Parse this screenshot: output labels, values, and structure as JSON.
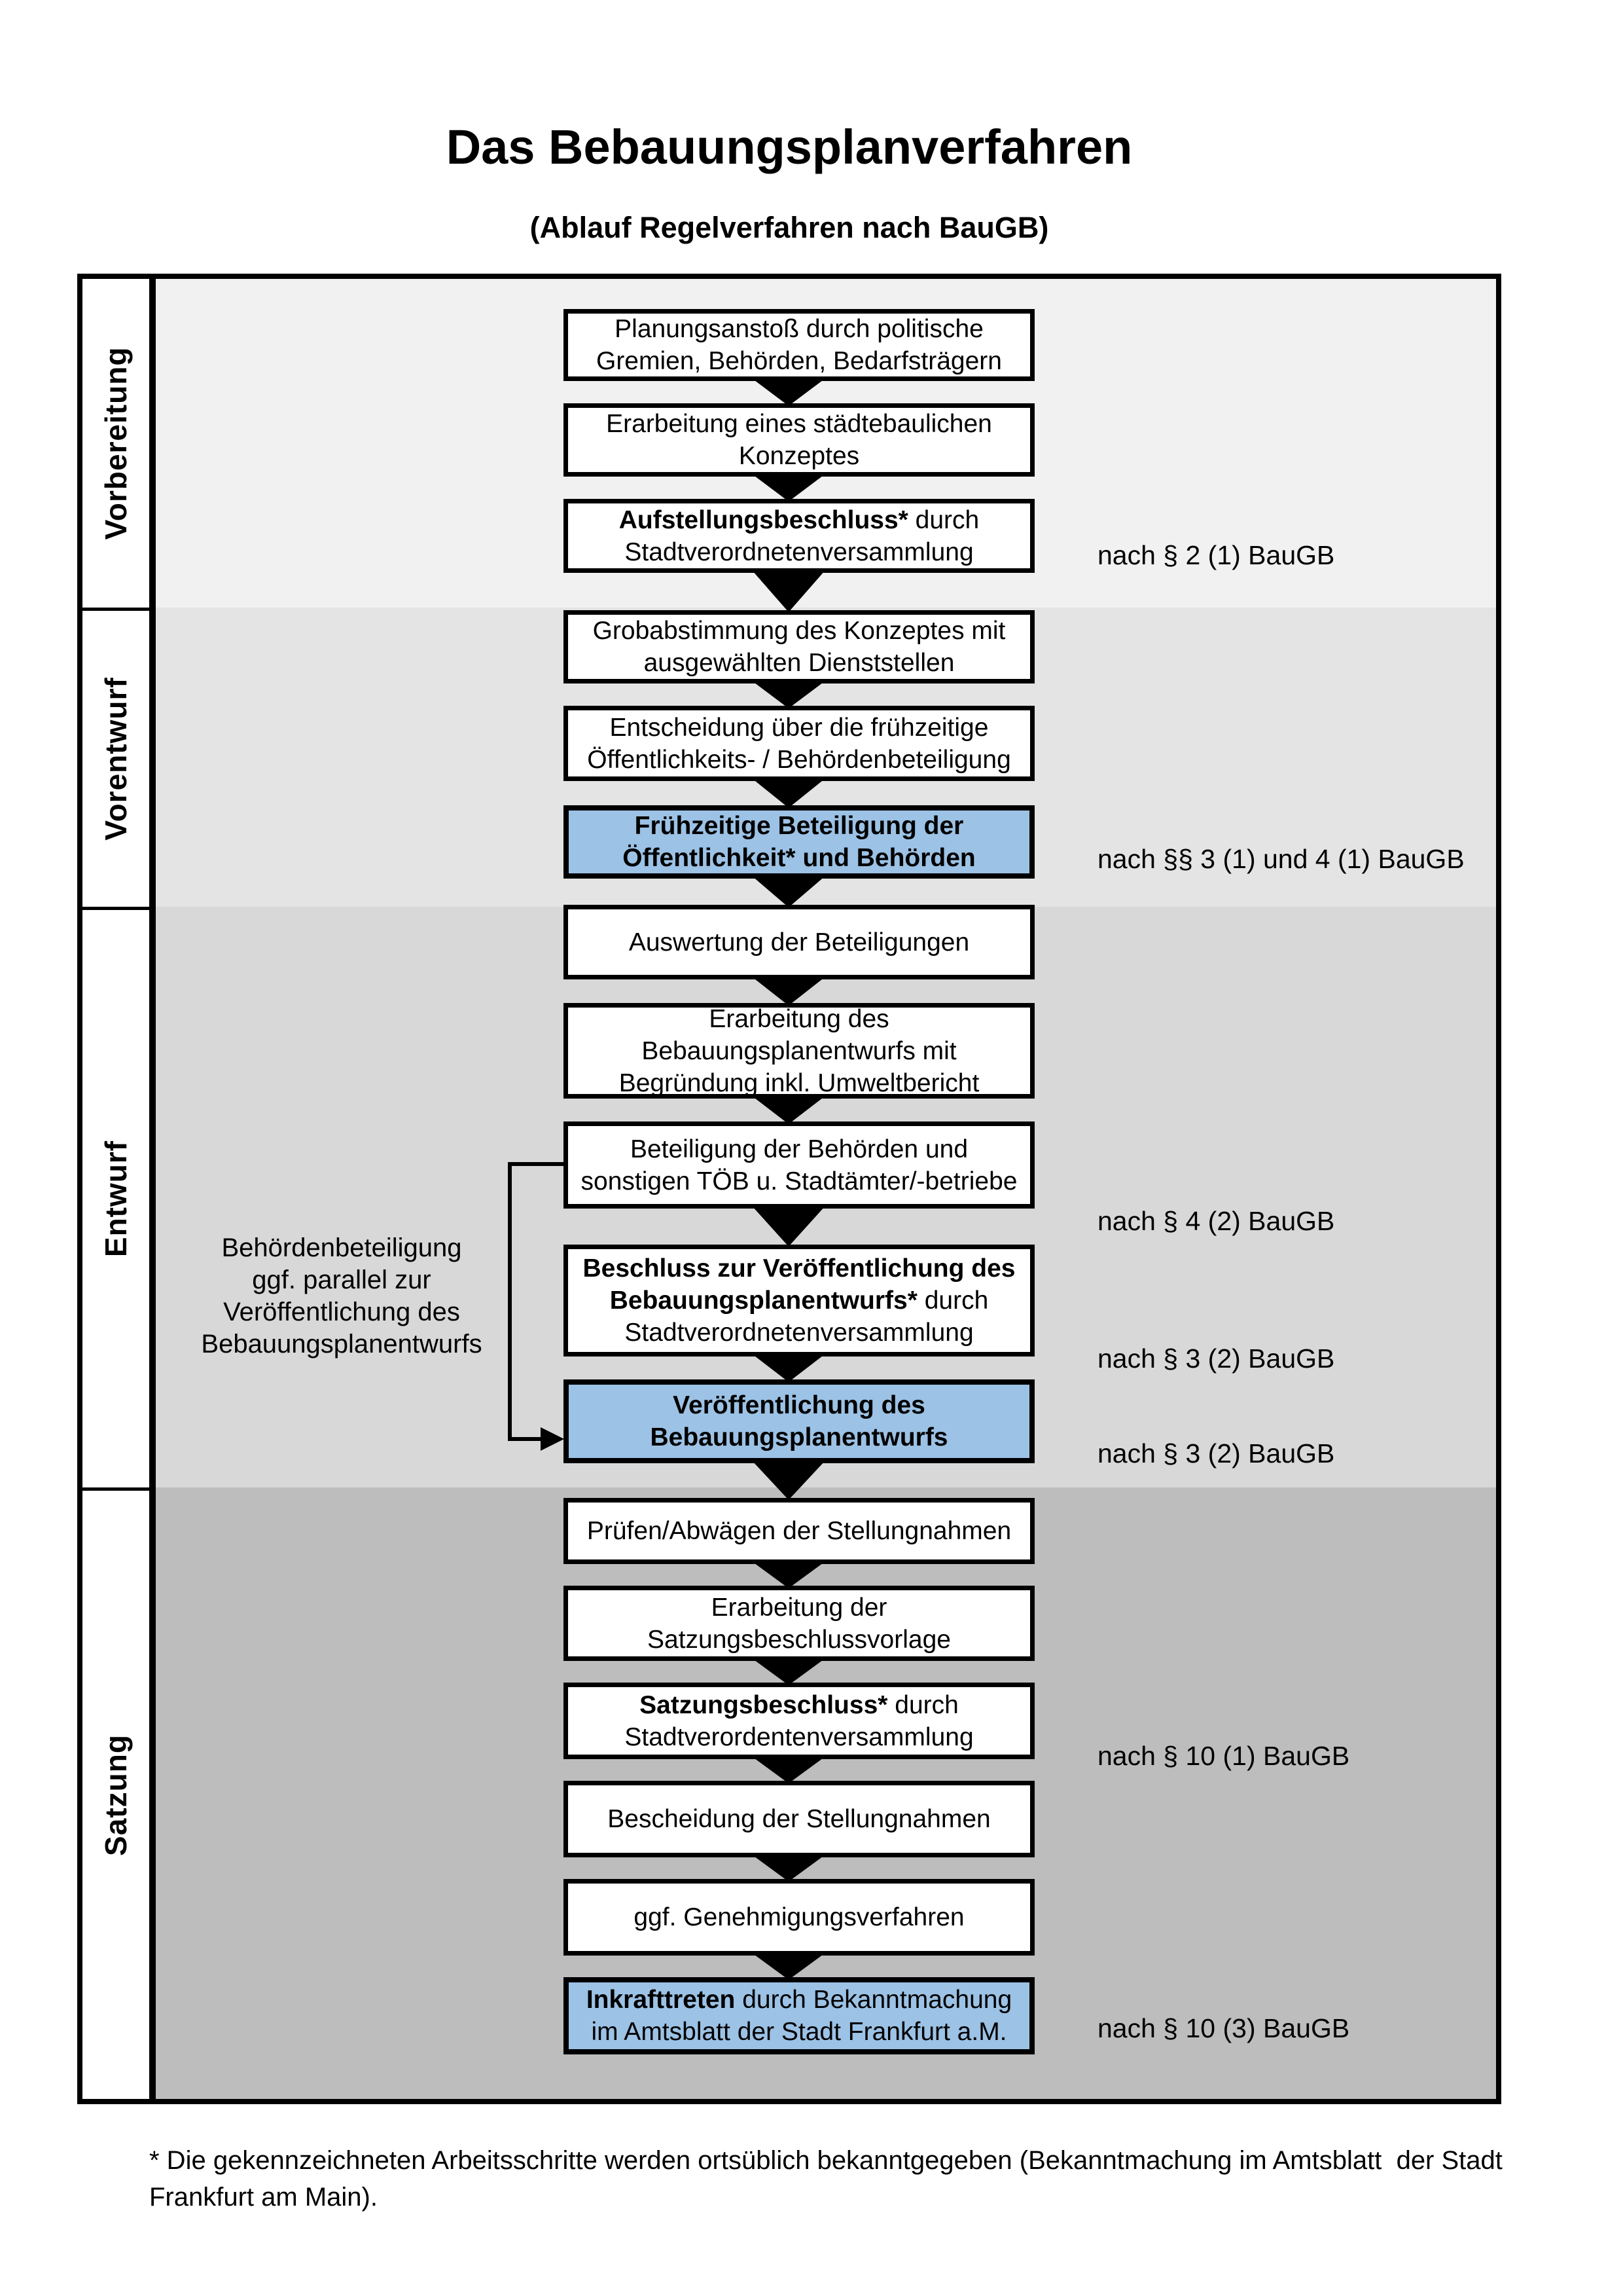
{
  "page": {
    "title": "Das Bebauungsplanverfahren",
    "subtitle": "(Ablauf Regelverfahren nach BauGB)",
    "footnote_lines": [
      "* Die gekennzeichneten Arbeitsschritte werden ortsüblich bekanntgegeben (Bekanntmachung im Amtsblatt  der Stadt",
      "Frankfurt am Main)."
    ]
  },
  "colors": {
    "section_vorbereitung": "#f1f1f1",
    "section_vorentwurf": "#e4e4e4",
    "section_entwurf": "#d8d8d8",
    "section_satzung": "#bdbdbd",
    "highlight_blue": "#9cc2e5",
    "line_black": "#000000",
    "page_white": "#ffffff"
  },
  "phases": [
    {
      "label": "Vorbereitung"
    },
    {
      "label": "Vorentwurf"
    },
    {
      "label": "Entwurf"
    },
    {
      "label": "Satzung"
    }
  ],
  "side_annotation": {
    "lines": [
      "Behördenbeteiligung",
      "ggf. parallel zur",
      "Veröffentlichung des",
      "Bebauungsplanentwurfs"
    ]
  },
  "flow": {
    "boxes": [
      {
        "highlight": false,
        "lines": [
          {
            "bold": "",
            "normal": "Planungsanstoß durch politische"
          },
          {
            "bold": "",
            "normal": "Gremien, Behörden, Bedarfsträgern"
          }
        ]
      },
      {
        "highlight": false,
        "lines": [
          {
            "bold": "",
            "normal": "Erarbeitung eines städtebaulichen"
          },
          {
            "bold": "",
            "normal": "Konzeptes"
          }
        ]
      },
      {
        "highlight": false,
        "lines": [
          {
            "bold": "Aufstellungsbeschluss*",
            "normal": " durch"
          },
          {
            "bold": "",
            "normal": "Stadtverordnetenversammlung"
          }
        ]
      },
      {
        "highlight": false,
        "lines": [
          {
            "bold": "",
            "normal": "Grobabstimmung des Konzeptes mit"
          },
          {
            "bold": "",
            "normal": "ausgewählten Dienststellen"
          }
        ]
      },
      {
        "highlight": false,
        "lines": [
          {
            "bold": "",
            "normal": "Entscheidung über die frühzeitige"
          },
          {
            "bold": "",
            "normal": "Öffentlichkeits- / Behördenbeteiligung"
          }
        ]
      },
      {
        "highlight": true,
        "lines": [
          {
            "bold": "Frühzeitige Beteiligung der",
            "normal": ""
          },
          {
            "bold": "Öffentlichkeit* und Behörden",
            "normal": ""
          }
        ]
      },
      {
        "highlight": false,
        "lines": [
          {
            "bold": "",
            "normal": "Auswertung der Beteiligungen"
          }
        ]
      },
      {
        "highlight": false,
        "lines": [
          {
            "bold": "",
            "normal": "Erarbeitung des"
          },
          {
            "bold": "",
            "normal": "Bebauungsplanentwurfs mit"
          },
          {
            "bold": "",
            "normal": "Begründung inkl. Umweltbericht"
          }
        ]
      },
      {
        "highlight": false,
        "lines": [
          {
            "bold": "",
            "normal": "Beteiligung der Behörden und"
          },
          {
            "bold": "",
            "normal": "sonstigen TÖB u. Stadtämter/-betriebe"
          }
        ]
      },
      {
        "highlight": false,
        "lines": [
          {
            "bold": "Beschluss zur Veröffentlichung des",
            "normal": ""
          },
          {
            "bold": "Bebauungsplanentwurfs*",
            "normal": " durch"
          },
          {
            "bold": "",
            "normal": "Stadtverordnetenversammlung"
          }
        ]
      },
      {
        "highlight": true,
        "lines": [
          {
            "bold": "Veröffentlichung des",
            "normal": ""
          },
          {
            "bold": "Bebauungsplanentwurfs",
            "normal": ""
          }
        ]
      },
      {
        "highlight": false,
        "lines": [
          {
            "bold": "",
            "normal": "Prüfen/Abwägen der Stellungnahmen"
          }
        ]
      },
      {
        "highlight": false,
        "lines": [
          {
            "bold": "",
            "normal": "Erarbeitung der"
          },
          {
            "bold": "",
            "normal": "Satzungsbeschlussvorlage"
          }
        ]
      },
      {
        "highlight": false,
        "lines": [
          {
            "bold": "Satzungsbeschluss*",
            "normal": " durch"
          },
          {
            "bold": "",
            "normal": "Stadtverordentenversammlung"
          }
        ]
      },
      {
        "highlight": false,
        "lines": [
          {
            "bold": "",
            "normal": "Bescheidung der Stellungnahmen"
          }
        ]
      },
      {
        "highlight": false,
        "lines": [
          {
            "bold": "",
            "normal": "ggf. Genehmigungsverfahren"
          }
        ]
      },
      {
        "highlight": true,
        "lines": [
          {
            "bold": "Inkrafttreten",
            "normal": " durch Bekanntmachung"
          },
          {
            "bold": "",
            "normal": "im Amtsblatt der Stadt Frankfurt a.M."
          }
        ]
      }
    ]
  },
  "legal_notes": [
    {
      "text": "nach § 2 (1) BauGB"
    },
    {
      "text": "nach §§ 3 (1) und 4 (1) BauGB"
    },
    {
      "text": "nach § 4 (2) BauGB"
    },
    {
      "text": "nach § 3 (2) BauGB"
    },
    {
      "text": "nach § 3 (2) BauGB"
    },
    {
      "text": "nach § 10 (1) BauGB"
    },
    {
      "text": "nach § 10 (3) BauGB"
    }
  ]
}
